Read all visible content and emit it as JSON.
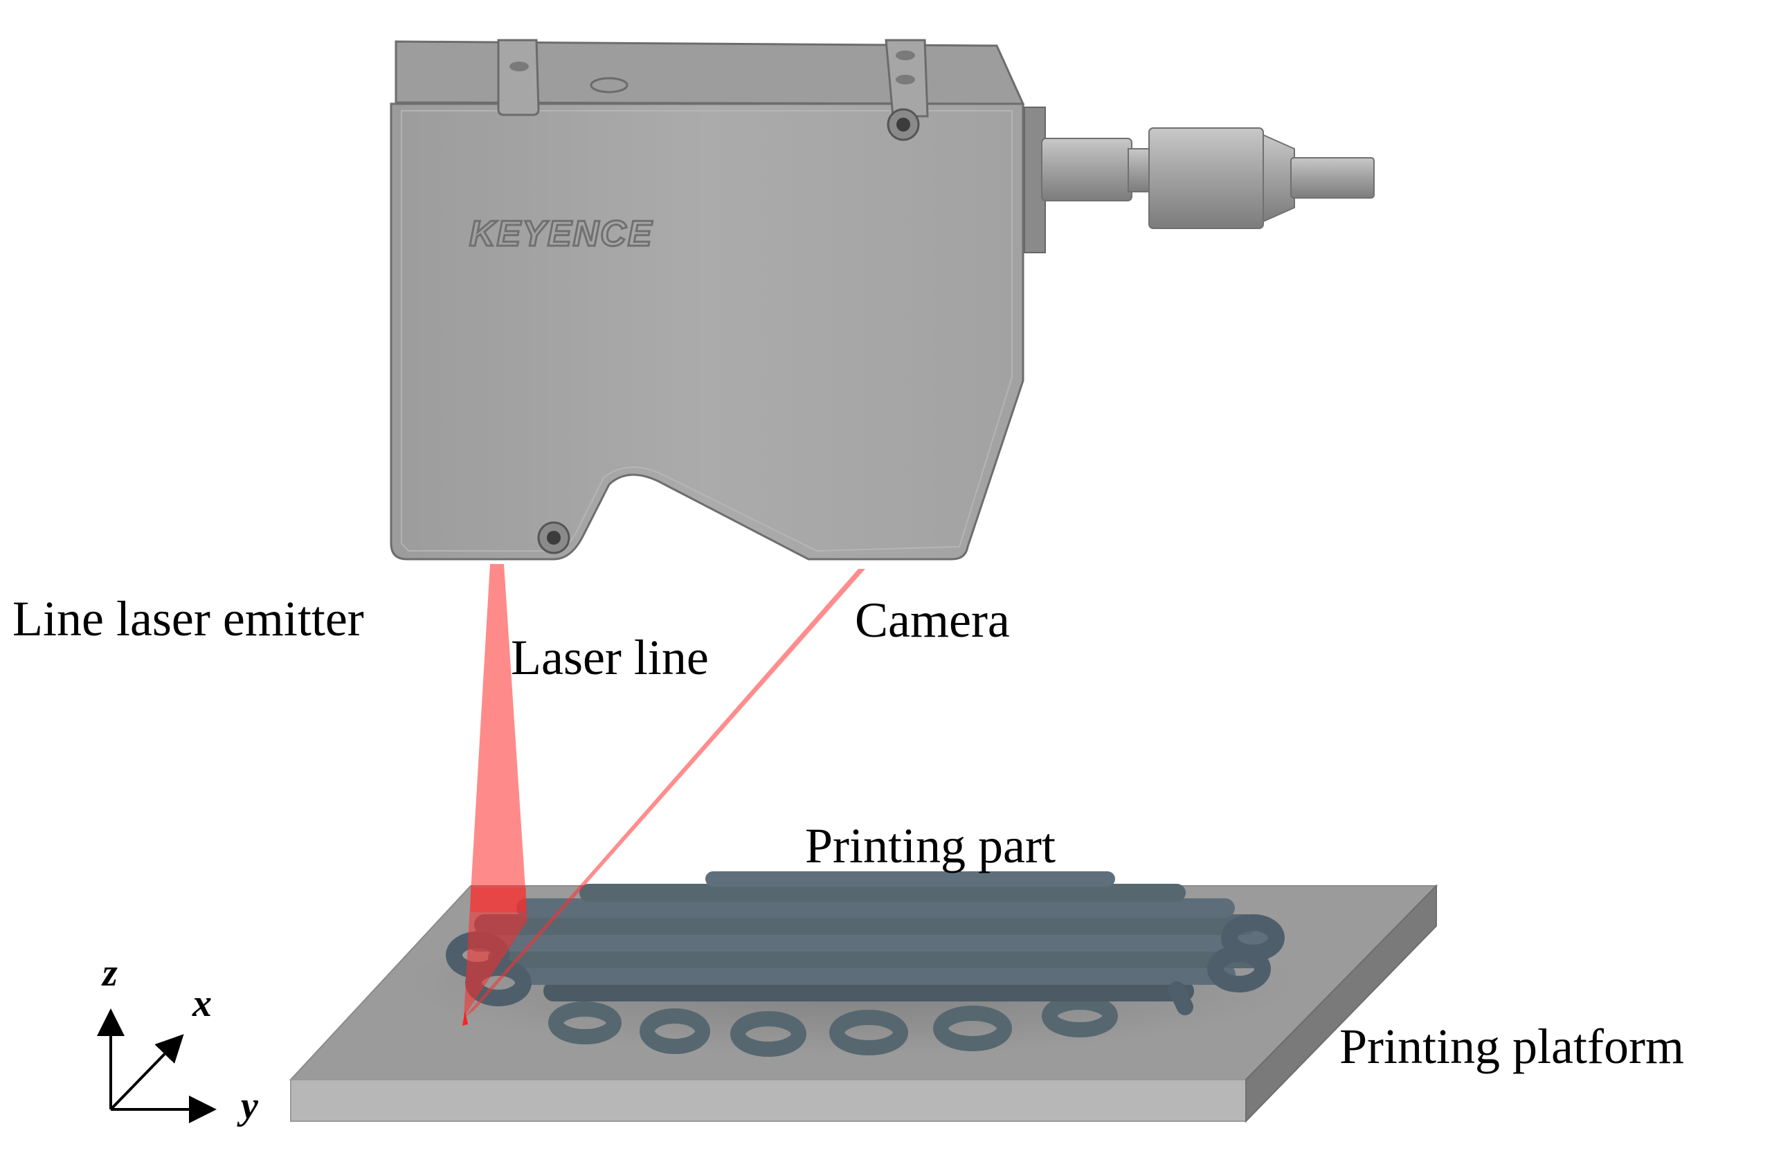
{
  "labels": {
    "line_laser_emitter": "Line laser emitter",
    "laser_line": "Laser line",
    "camera": "Camera",
    "printing_part": "Printing part",
    "printing_platform": "Printing platform"
  },
  "sensor": {
    "brand": "KEYENCE"
  },
  "axes": {
    "x": "x",
    "y": "y",
    "z": "z"
  },
  "colors": {
    "sensor_body": "#a7a7a7",
    "sensor_edge": "#6f6f6f",
    "laser": "#ff2a2a",
    "part": "#5a6b78",
    "platform_top": "#9a9a9a",
    "platform_front": "#b4b4b4",
    "platform_side": "#7a7a7a"
  }
}
